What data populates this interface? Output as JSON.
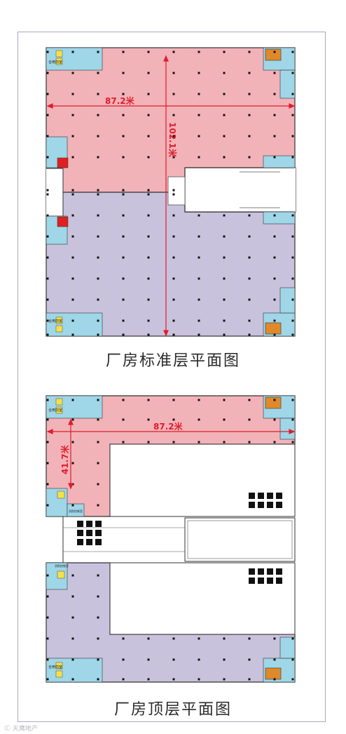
{
  "figures": [
    {
      "caption": "厂房标准层平面图",
      "dimensions": [
        "87.2米",
        "102.1米"
      ]
    },
    {
      "caption": "厂房顶层平面图",
      "dimensions": [
        "87.2米",
        "41.7米"
      ]
    }
  ],
  "room_label": "合用前室",
  "room_label_b": "消防控制室",
  "watermark": "Ⓒ 天鹰地产",
  "colors": {
    "north_block": "#f2b3b8",
    "south_block": "#c9c2dc",
    "service": "#9fd6e8",
    "stair_orange": "#e0892b",
    "fire_red": "#e02020",
    "dimension": "#e01c2c",
    "wall": "#333333"
  }
}
